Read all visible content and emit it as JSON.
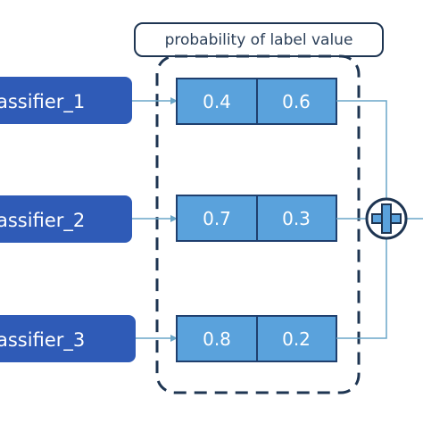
{
  "header": {
    "label": "probability of label value"
  },
  "classifiers": [
    {
      "label": "assifier_1",
      "probs": [
        "0.4",
        "0.6"
      ]
    },
    {
      "label": "assifier_2",
      "probs": [
        "0.7",
        "0.3"
      ]
    },
    {
      "label": "assifier_3",
      "probs": [
        "0.8",
        "0.2"
      ]
    }
  ],
  "colors": {
    "classifier_fill": "#2f5bb7",
    "cell_fill": "#5aa2dc",
    "cell_border": "#1f3f6e",
    "arrow": "#6aa6c8",
    "dashed_frame": "#1e3552",
    "header_border": "#1e3552",
    "plus_circle": "#1e3552",
    "plus_fill": "#5aa2dc"
  },
  "icons": {
    "combine": "plus-circle-icon"
  }
}
